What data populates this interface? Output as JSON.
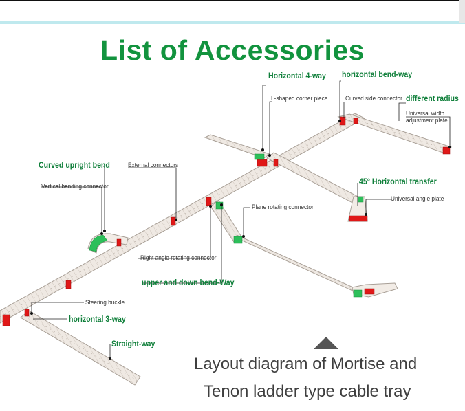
{
  "title": "List of Accessories",
  "labels": {
    "horizontal_4_way": "Horizontal 4-way",
    "horizontal_bend_way": "horizontal bend-way",
    "l_shaped_corner_piece": "L-shaped corner piece",
    "curved_side_connector": "Curved side connector",
    "different_radius": "different radius",
    "universal_width_adjustment_plate_1": "Universal width",
    "universal_width_adjustment_plate_2": "adjustment plate",
    "curved_upright_bend": "Curved upright bend",
    "external_connectors": "External connectors",
    "vertical_bending_connector": "Vertical bending connector",
    "horizontal_transfer_45": "45° Horizontal transfer",
    "universal_angle_plate": "Universal angle plate",
    "plane_rotating_connector": "Plane rotating connector",
    "right_angle_rotating_connector": "Right angle rotating connector",
    "upper_and_down_bend_way": "upper and down bend-Way",
    "steering_buckle": "Steering buckle",
    "horizontal_3_way": "horizontal 3-way",
    "straight_way": "Straight-way"
  },
  "caption": {
    "line1": "Layout diagram of Mortise and",
    "line2": "Tenon ladder type cable tray"
  },
  "colors": {
    "title_green": "#12933e",
    "label_green": "#0f7f3a",
    "tray_fill": "#efe9e3",
    "tray_edge": "#a89f96",
    "connector_red": "#e01818",
    "connector_green": "#2dbf5a",
    "caption_gray": "#3f3f3f"
  }
}
